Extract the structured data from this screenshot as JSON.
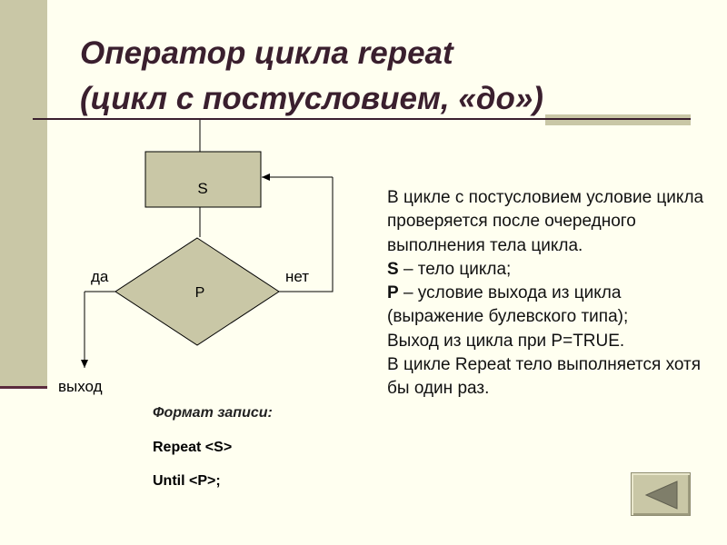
{
  "slide": {
    "title_line1": "Оператор цикла repeat",
    "title_line2": "(цикл с постусловием, «до»)"
  },
  "flowchart": {
    "block_label": "S",
    "condition_label": "P",
    "yes_label": "да",
    "no_label": "нет",
    "exit_label": "выход"
  },
  "description": {
    "line1": "В цикле с постусловием условие цикла проверяется после очередного выполнения тела цикла.",
    "s_key": "S",
    "s_text": " – тело цикла;",
    "p_key": "P",
    "p_text": " – условие выхода из цикла (выражение булевского типа);",
    "exit_text": "Выход из цикла при P=TRUE.",
    "repeat_text": "В цикле Repeat тело выполняется хотя бы один раз."
  },
  "format": {
    "heading": "Формат записи:",
    "line1": "Repeat <S>",
    "line2": "Until <P>;"
  },
  "nav": {
    "icon": "back-arrow-icon"
  }
}
